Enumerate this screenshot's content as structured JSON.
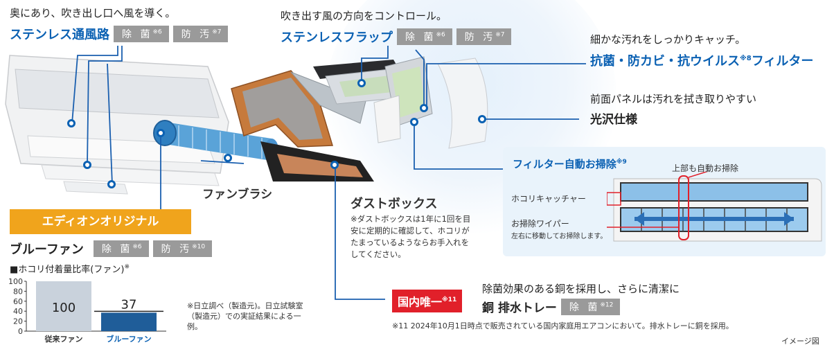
{
  "features": {
    "duct": {
      "caption": "奥にあり、吹き出し口へ風を導く。",
      "title": "ステンレス通風路",
      "badges": [
        {
          "label": "除 菌",
          "note": "※6"
        },
        {
          "label": "防 汚",
          "note": "※7"
        }
      ]
    },
    "flap": {
      "caption": "吹き出す風の方向をコントロール。",
      "title": "ステンレスフラップ",
      "badges": [
        {
          "label": "除 菌",
          "note": "※6"
        },
        {
          "label": "防 汚",
          "note": "※7"
        }
      ]
    },
    "filter": {
      "caption": "細かな汚れをしっかりキャッチ。",
      "title": "抗菌・防カビ・抗ウイルス",
      "title_note": "※8",
      "title_suffix": "フィルター"
    },
    "panel": {
      "caption": "前面パネルは汚れを拭き取りやすい",
      "title": "光沢仕様"
    },
    "brush": {
      "label": "ファンブラシ"
    },
    "dustbox": {
      "title": "ダストボックス",
      "note": "※ダストボックスは1年に1回を目安に定期的に確認して、ホコリがたまっているようならお手入れをしてください。"
    },
    "blue_fan": {
      "banner": "エディオンオリジナル",
      "title": "ブルーファン",
      "badges": [
        {
          "label": "除 菌",
          "note": "※6"
        },
        {
          "label": "防 汚",
          "note": "※10"
        }
      ]
    },
    "drain": {
      "red_label": "国内唯一",
      "red_note": "※11",
      "caption": "除菌効果のある銅を採用し、さらに清潔に",
      "title": "銅 排水トレー",
      "badges": [
        {
          "label": "除 菌",
          "note": "※12"
        }
      ]
    }
  },
  "auto_clean": {
    "title": "フィルター自動お掃除",
    "title_note": "※9",
    "top_label": "上部も自動お掃除",
    "catcher_label": "ホコリキャッチャー",
    "wiper_label": "お掃除ワイパー",
    "wiper_note": "左右に移動してお掃除します。"
  },
  "chart_data": {
    "type": "bar",
    "title": "■ホコリ付着量比率(ファン)",
    "title_note": "※",
    "categories": [
      "従来ファン",
      "ブルーファン"
    ],
    "values": [
      100,
      37
    ],
    "ylim": [
      0,
      100
    ],
    "yticks": [
      0,
      20,
      40,
      60,
      80,
      100
    ],
    "colors": [
      "#c9d2dc",
      "#1f5d99"
    ],
    "value_labels": [
      "100",
      "37"
    ]
  },
  "chart_note": "※日立調べ（製造元)。日立試験室（製造元）での実証結果による一例。",
  "footnote": "※11 2024年10月1日時点で販売されている国内家庭用エアコンにおいて。排水トレーに銅を採用。",
  "image_note": "イメージ図"
}
